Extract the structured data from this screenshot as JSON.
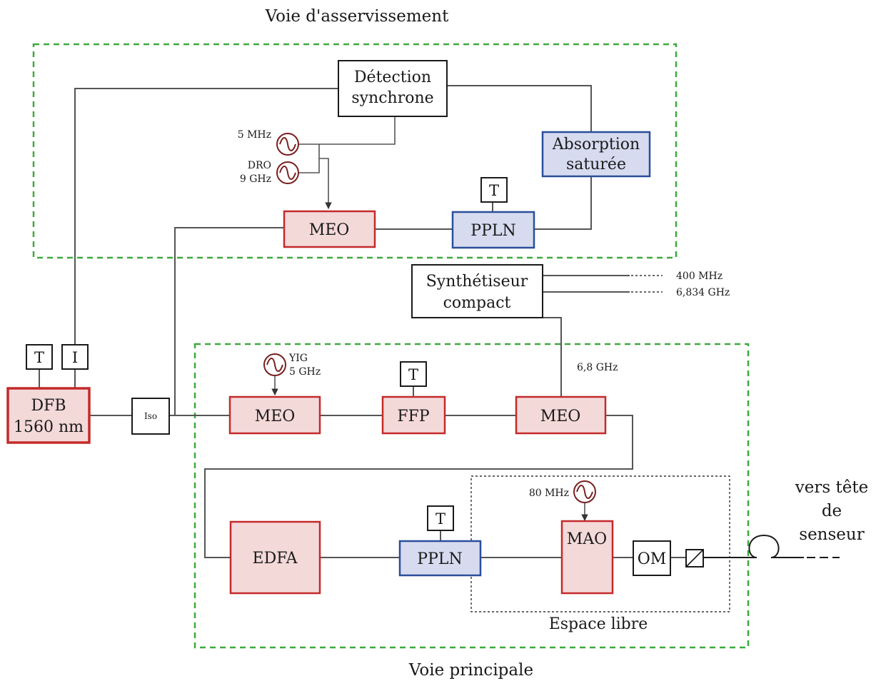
{
  "loops": {
    "servo_title": "Voie d'asservissement",
    "main_title": "Voie principale",
    "free_space_label": "Espace libre"
  },
  "blocks": {
    "detection_line1": "Détection",
    "detection_line2": "synchrone",
    "absorption_line1": "Absorption",
    "absorption_line2": "saturée",
    "meo_servo": "MEO",
    "ppln_servo": "PPLN",
    "synth_line1": "Synthétiseur",
    "synth_line2": "compact",
    "dfb_line1": "DFB",
    "dfb_line2": "1560 nm",
    "iso": "Iso",
    "meo_main_1": "MEO",
    "ffp": "FFP",
    "meo_main_2": "MEO",
    "edfa": "EDFA",
    "ppln_main": "PPLN",
    "mao": "MAO",
    "om": "OM"
  },
  "tags": {
    "t": "T",
    "i": "I"
  },
  "sources": {
    "osc_5mhz": "5 MHz",
    "dro_line1": "DRO",
    "dro_line2": "9 GHz",
    "yig_line1": "YIG",
    "yig_line2": "5 GHz",
    "osc_80mhz": "80 MHz",
    "synth_out_1": "400 MHz",
    "synth_out_2": "6,834 GHz",
    "rf_68": "6,8 GHz"
  },
  "output": {
    "line1": "vers tête",
    "line2": "de",
    "line3": "senseur"
  }
}
